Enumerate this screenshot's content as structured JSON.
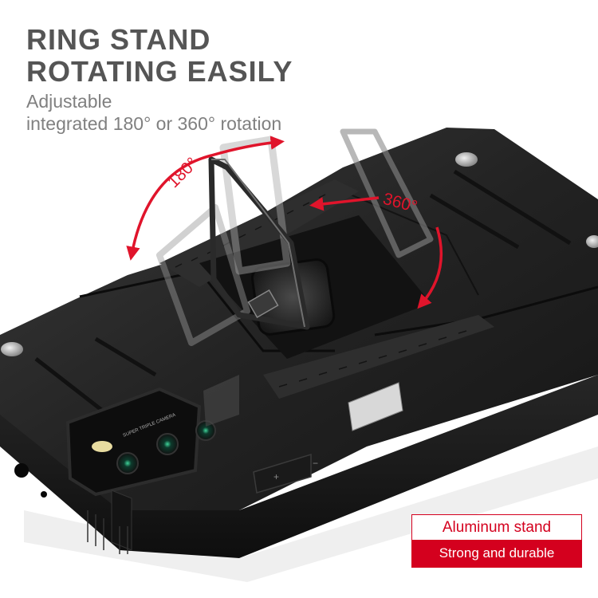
{
  "headline": {
    "line1": "RING STAND",
    "line2": "ROTATING EASILY"
  },
  "subtitle": {
    "line1": "Adjustable",
    "line2": "integrated 180° or 360° rotation"
  },
  "annotations": {
    "angle_180": "180°",
    "angle_360": "360°"
  },
  "product": {
    "camera_label": "SUPER TRIPLE CAMERA",
    "volume_plus": "+",
    "volume_minus": "−"
  },
  "badge": {
    "top_label": "Aluminum stand",
    "bottom_label": "Strong and durable"
  },
  "colors": {
    "accent_red": "#d4001e",
    "heading_gray": "#555555",
    "subtitle_gray": "#808080",
    "case_black": "#1e1e1e"
  }
}
